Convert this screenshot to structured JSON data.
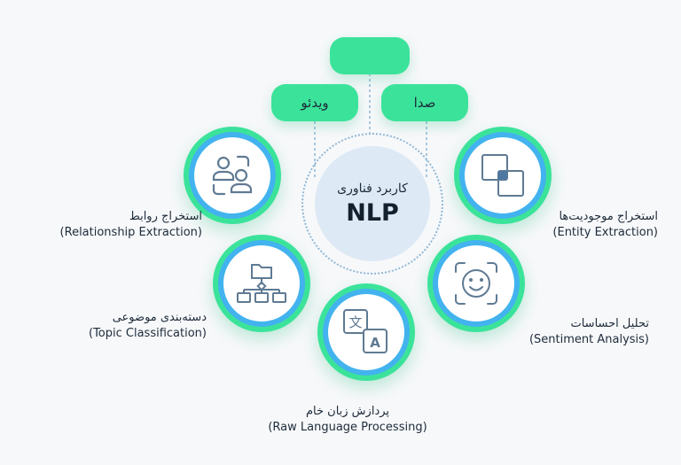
{
  "center": {
    "title_fa": "کاربرد فناوری",
    "title_en": "NLP"
  },
  "pills": {
    "top": "",
    "video": "ویدئو",
    "audio": "صدا"
  },
  "nodes": {
    "relationship": {
      "fa": "استخراج روابط",
      "en": "(Relationship Extraction)",
      "icon": "people-icon"
    },
    "entity": {
      "fa": "استخراج موجودیت‌ها",
      "en": "(Entity Extraction)",
      "icon": "overlapping-squares-icon"
    },
    "topic": {
      "fa": "دسته‌بندی موضوعی",
      "en": "(Topic Classification)",
      "icon": "folder-tree-icon"
    },
    "sentiment": {
      "fa": "تحلیل احساسات",
      "en": "(Sentiment Analysis)",
      "icon": "smiley-face-icon"
    },
    "raw": {
      "fa": "پردازش زبان خام",
      "en": "(Raw Language Processing)",
      "icon": "translate-icon"
    }
  },
  "colors": {
    "green": "#3be39a",
    "blue": "#42b3ee",
    "icon_stroke": "#5f7a93",
    "icon_fill": "#4e78a3"
  }
}
